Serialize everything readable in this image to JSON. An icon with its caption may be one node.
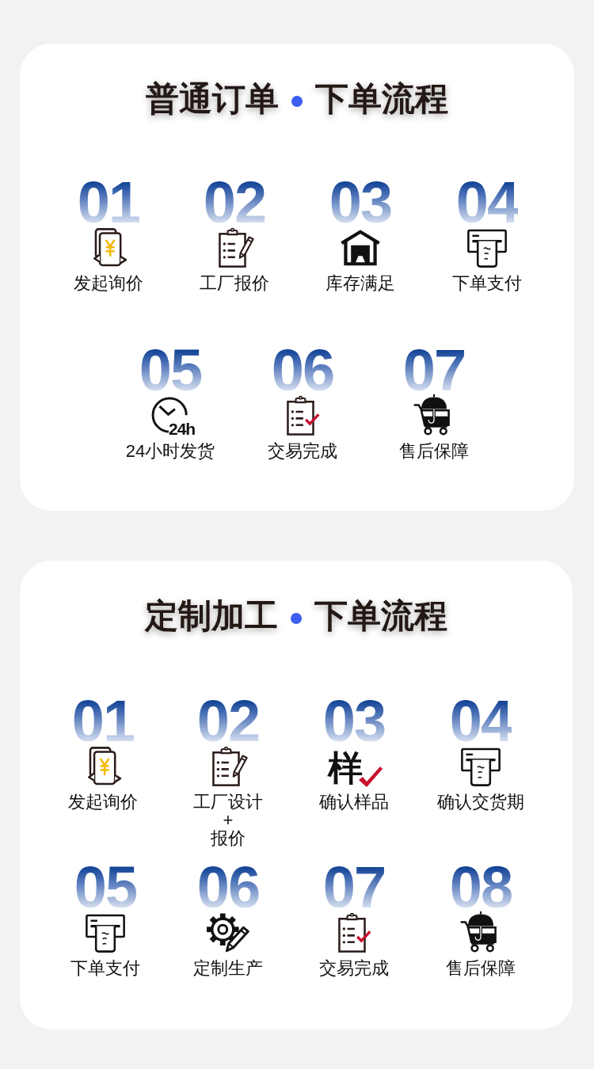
{
  "diagram": {
    "nodes": [
      {
        "text": [
          "普通订单",
          "下单流程"
        ]
      },
      {
        "text": [
          "01",
          "发起询价"
        ],
        "in": 0
      },
      {
        "text": [
          "02",
          "工厂报价"
        ],
        "in": 0
      },
      {
        "text": [
          "03",
          "库存满足"
        ],
        "in": 0
      },
      {
        "text": [
          "04",
          "下单支付"
        ],
        "in": 0
      },
      {
        "text": [
          "05",
          "24h",
          "24小时发货"
        ],
        "in": 0
      },
      {
        "text": [
          "06",
          "交易完成"
        ],
        "in": 0
      },
      {
        "text": [
          "07",
          "售后保障"
        ],
        "in": 0
      },
      {
        "text": [
          "定制加工",
          "下单流程"
        ]
      },
      {
        "text": [
          "01",
          "发起询价"
        ],
        "in": 8
      },
      {
        "text": [
          "02",
          "工厂设计 + 报价"
        ],
        "in": 8
      },
      {
        "text": [
          "03",
          "样",
          "确认样品"
        ],
        "in": 8
      },
      {
        "text": [
          "04",
          "确认交货期"
        ],
        "in": 8
      },
      {
        "text": [
          "05",
          "下单支付"
        ],
        "in": 8
      },
      {
        "text": [
          "06",
          "定制生产"
        ],
        "in": 8
      },
      {
        "text": [
          "07",
          "交易完成"
        ],
        "in": 8
      },
      {
        "text": [
          "08",
          "售后保障"
        ],
        "in": 8
      }
    ]
  }
}
